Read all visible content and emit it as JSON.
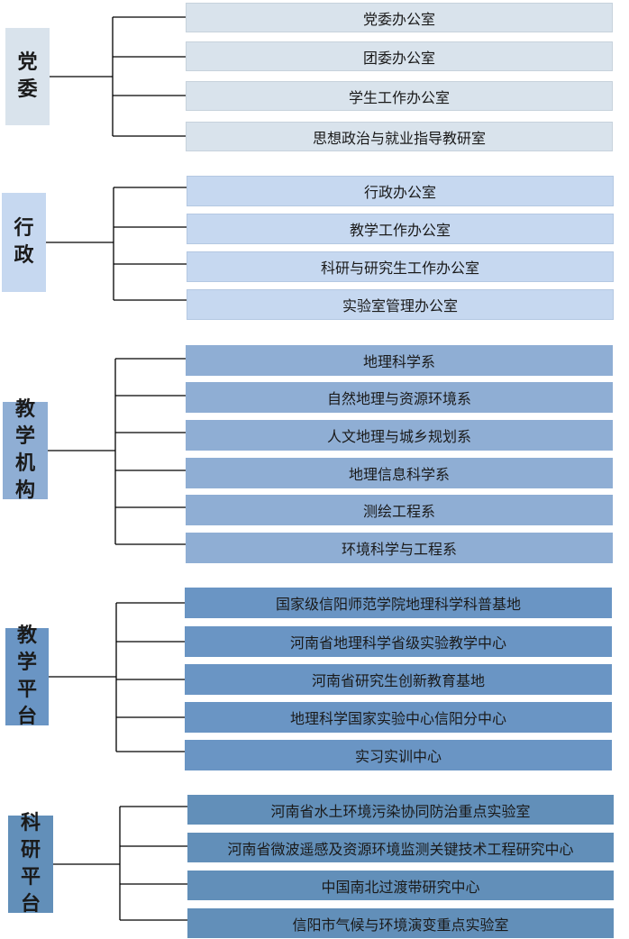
{
  "groups": [
    {
      "label": "党委",
      "items": [
        "党委办公室",
        "团委办公室",
        "学生工作办公室",
        "思想政治与就业指导教研室"
      ]
    },
    {
      "label": "行政",
      "items": [
        "行政办公室",
        "教学工作办公室",
        "科研与研究生工作办公室",
        "实验室管理办公室"
      ]
    },
    {
      "label": "教学机构",
      "items": [
        "地理科学系",
        "自然地理与资源环境系",
        "人文地理与城乡规划系",
        "地理信息科学系",
        "测绘工程系",
        "环境科学与工程系"
      ]
    },
    {
      "label": "教学平台",
      "items": [
        "国家级信阳师范学院地理科学科普基地",
        "河南省地理科学省级实验教学中心",
        "河南省研究生创新教育基地",
        "地理科学国家实验中心信阳分中心",
        "实习实训中心"
      ]
    },
    {
      "label": "科研平台",
      "items": [
        "河南省水土环境污染协同防治重点实验室",
        "河南省微波遥感及资源环境监测关键技术工程研究中心",
        "中国南北过渡带研究中心",
        "信阳市气候与环境演变重点实验室"
      ]
    }
  ],
  "colors": {
    "line": "#000000",
    "group_fills": [
      "#d9e3ec",
      "#c6d8f0",
      "#8faed4",
      "#6a95c4",
      "#628fb9"
    ]
  }
}
